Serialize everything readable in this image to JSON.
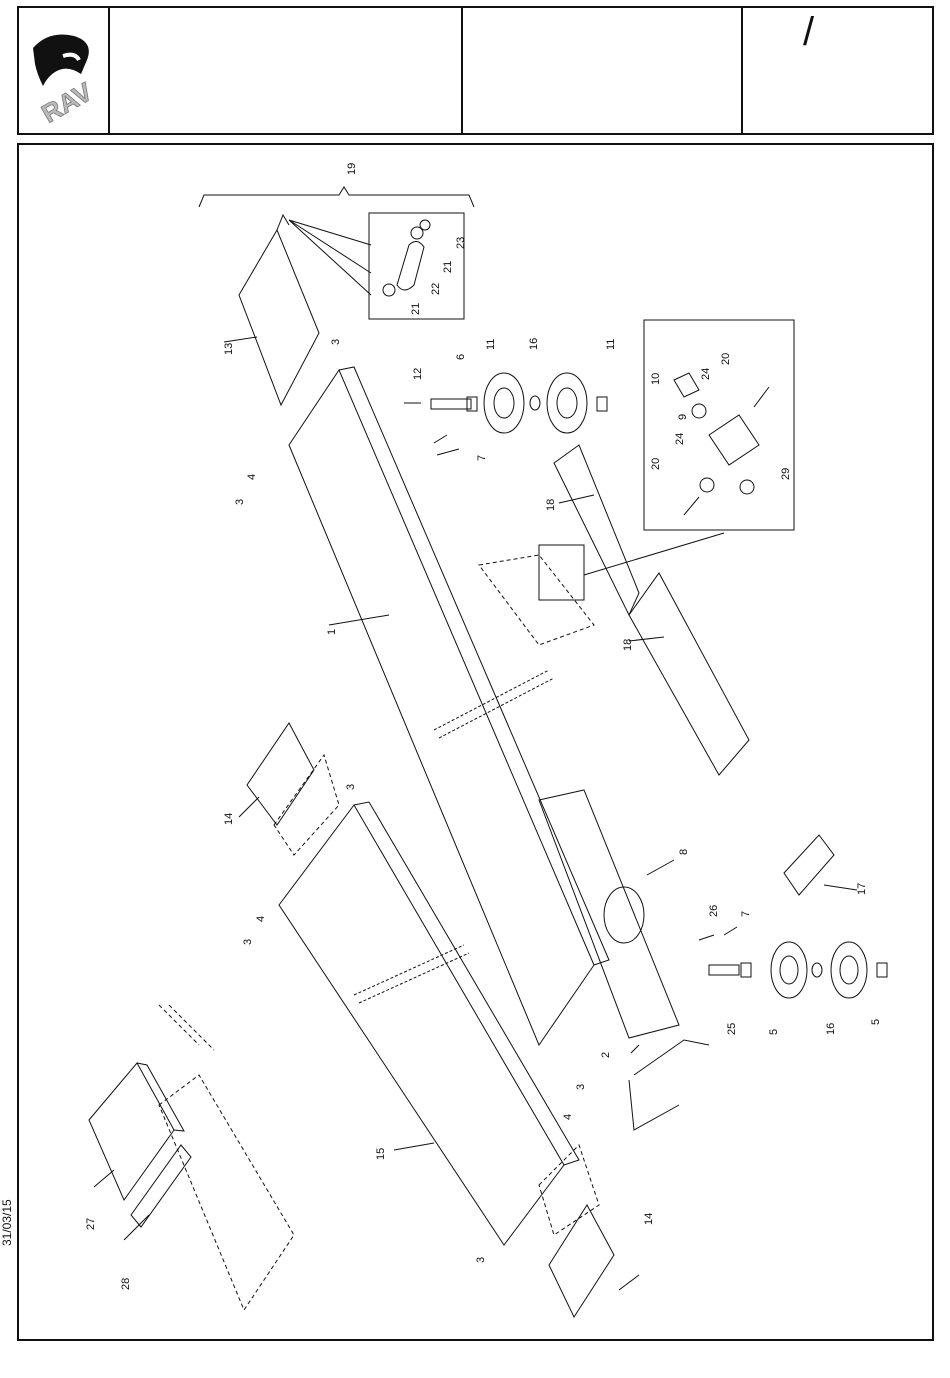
{
  "header": {
    "logo_text": "RAV",
    "revision_mark": "/"
  },
  "footer": {
    "date": "31/03/15"
  },
  "callouts": {
    "c1": "1",
    "c2": "2",
    "c3a": "3",
    "c3b": "3",
    "c3c": "3",
    "c3d": "3",
    "c3e": "3",
    "c4a": "4",
    "c4b": "4",
    "c4c": "4",
    "c5a": "5",
    "c5b": "5",
    "c6": "6",
    "c7a": "7",
    "c7b": "7",
    "c8": "8",
    "c9": "9",
    "c10": "10",
    "c11a": "11",
    "c11b": "11",
    "c12": "12",
    "c13": "13",
    "c14a": "14",
    "c14b": "14",
    "c15": "15",
    "c16a": "16",
    "c16b": "16",
    "c17": "17",
    "c18a": "18",
    "c18b": "18",
    "c19": "19",
    "c20a": "20",
    "c20b": "20",
    "c21a": "21",
    "c21b": "21",
    "c22": "22",
    "c23": "23",
    "c24a": "24",
    "c24b": "24",
    "c25": "25",
    "c26": "26",
    "c27": "27",
    "c28": "28",
    "c29": "29"
  }
}
